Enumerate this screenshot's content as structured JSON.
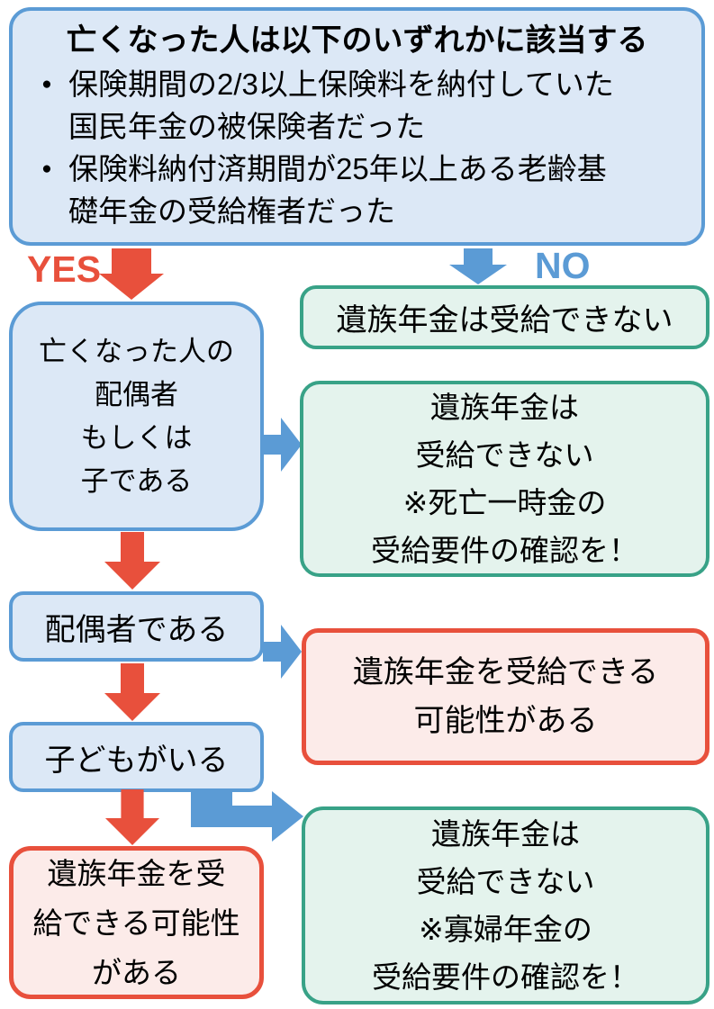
{
  "labels": {
    "yes": "YES",
    "no": "NO",
    "bullet_marker": "●"
  },
  "top_box": {
    "title": "亡くなった人は以下のいずれかに該当する",
    "bullets": [
      {
        "line1": "保険期間の2/3以上保険料を納付していた",
        "line2": "国民年金の被保険者だった"
      },
      {
        "line1": "保険料納付済期間が25年以上ある老齢基",
        "line2": "礎年金の受給権者だった"
      }
    ]
  },
  "boxes": {
    "no_pension": {
      "line1": "遺族年金は受給できない"
    },
    "relation": {
      "line1": "亡くなった人の",
      "line2": "配偶者",
      "line3": "もしくは",
      "line4": "子である"
    },
    "not_eligible_death_grant": {
      "line1": "遺族年金は",
      "line2": "受給できない",
      "line3": "※死亡一時金の",
      "line4": "受給要件の確認を！"
    },
    "spouse": {
      "line1": "配偶者である"
    },
    "spouse_eligible": {
      "line1": "遺族年金を受給できる",
      "line2": "可能性がある"
    },
    "child": {
      "line1": "子どもがいる"
    },
    "child_eligible": {
      "line1": "遺族年金を受",
      "line2": "給できる可能性",
      "line3": "がある"
    },
    "not_eligible_widow": {
      "line1": "遺族年金は",
      "line2": "受給できない",
      "line3": "※寡婦年金の",
      "line4": "受給要件の確認を！"
    }
  },
  "colors": {
    "blue_border": "#5B9BD5",
    "blue_fill": "#DCE8F6",
    "green_border": "#38A287",
    "green_fill": "#E4F3ED",
    "red_border": "#E8503C",
    "red_fill": "#FCEBE9",
    "red_arrow": "#E8503C",
    "blue_arrow": "#5B9BD5",
    "yes_label_color": "#E8503C",
    "no_label_color": "#5B9BD5"
  }
}
